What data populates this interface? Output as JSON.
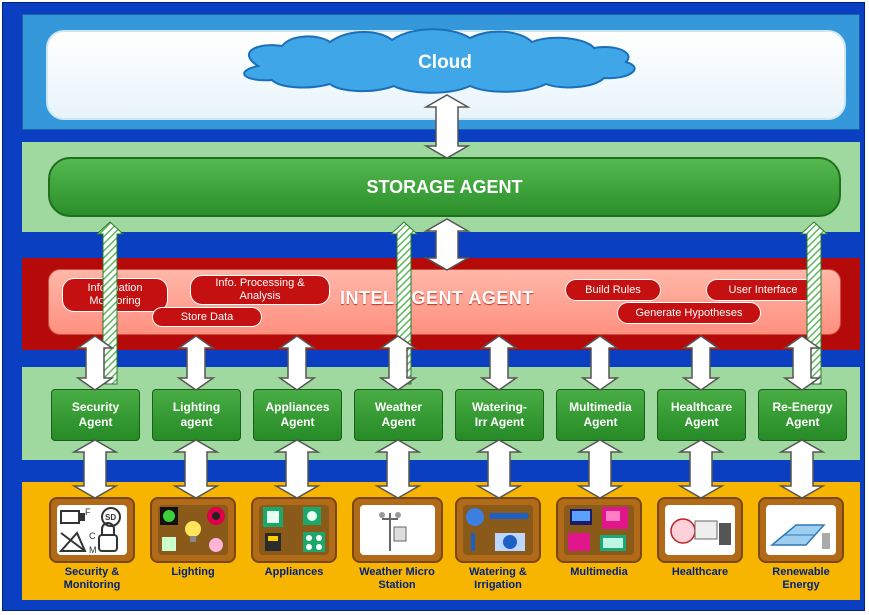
{
  "cloud": {
    "label": "Cloud"
  },
  "storage": {
    "label": "STORAGE AGENT"
  },
  "intelligent": {
    "label": "INTELLIGENT AGENT",
    "functions": [
      "Information\nMonitoring",
      "Store Data",
      "Info. Processing &\nAnalysis",
      "Build Rules",
      "Generate Hypotheses",
      "User Interface"
    ]
  },
  "agents": [
    "Security\nAgent",
    "Lighting\nagent",
    "Appliances\nAgent",
    "Weather\nAgent",
    "Watering-\nIrr Agent",
    "Multimedia\nAgent",
    "Healthcare\nAgent",
    "Re-Energy\nAgent"
  ],
  "devices": [
    "Security &\nMonitoring",
    "Lighting",
    "Appliances",
    "Weather Micro\nStation",
    "Watering &\nIrrigation",
    "Multimedia",
    "Healthcare",
    "Renewable\nEnergy"
  ],
  "icon_letters": {
    "sd": "SD",
    "c": "C",
    "m": "M",
    "f": "F"
  },
  "colors": {
    "frame": "#0a3fc2",
    "cloud_band": "#3498db",
    "storage": "#2a8f2a",
    "intelligent_band": "#b50a0a",
    "intelligent_box": "#ff9c8a",
    "agent_band": "#9fd99f",
    "device_band": "#f7b500",
    "label_text": "#00227a"
  }
}
